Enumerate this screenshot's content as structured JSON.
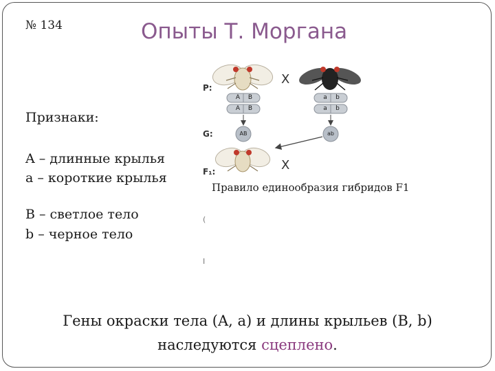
{
  "slide": {
    "number": "№ 134",
    "title": "Опыты Т. Моргана"
  },
  "traits": {
    "heading": "Признаки:",
    "items": [
      "A – длинные крылья",
      "a – короткие крылья",
      "B – светлое тело",
      "b – черное тело"
    ]
  },
  "diagram": {
    "generation_labels": [
      "P:",
      "G:",
      "F₁:"
    ],
    "cross_symbol": "X",
    "parent1_chromosomes": [
      [
        "A",
        "B"
      ],
      [
        "A",
        "B"
      ]
    ],
    "parent2_chromosomes": [
      [
        "a",
        "b"
      ],
      [
        "a",
        "b"
      ]
    ],
    "gamete1": "AB",
    "gamete2": "ab",
    "rule_caption": "Правило единообразия гибридов F1",
    "colors": {
      "chromosome_fill": "#c9ced4",
      "chromosome_stroke": "#8a9099",
      "gamete_fill": "#b8bfc8",
      "light_fly_body": "#e6dcc2",
      "dark_fly_body": "#222222",
      "fly_eye": "#c0392b"
    }
  },
  "conclusion": {
    "line1": "Гены окраски тела (A, a) и длины крыльев (B, b)",
    "line2_prefix": "наследуются ",
    "line2_accent": "сцеплено",
    "line2_suffix": "."
  }
}
